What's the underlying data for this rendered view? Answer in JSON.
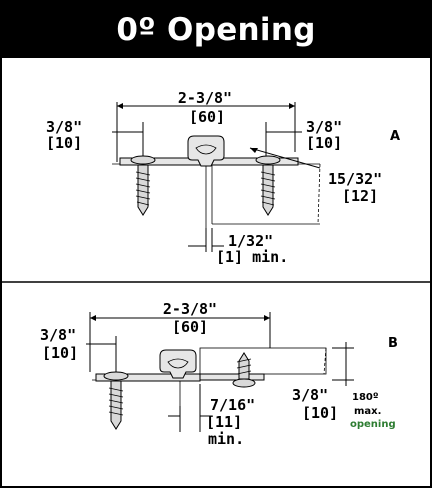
{
  "header": {
    "title": "0º Opening"
  },
  "diagram_a": {
    "tag": "A",
    "width_in": "2-3/8\"",
    "width_mm": "[60]",
    "left_in": "3/8\"",
    "left_mm": "[10]",
    "right_in": "3/8\"",
    "right_mm": "[10]",
    "right_depth_in": "15/32\"",
    "right_depth_mm": "[12]",
    "gap_in": "1/32\"",
    "gap_mm": "[1] min."
  },
  "diagram_b": {
    "tag": "B",
    "width_in": "2-3/8\"",
    "width_mm": "[60]",
    "left_in": "3/8\"",
    "left_mm": "[10]",
    "gap_in": "7/16\"",
    "gap_mm": "[11]",
    "gap_note": "min.",
    "right_in": "3/8\"",
    "right_mm": "[10]",
    "angle": "180º",
    "angle_note1": "max.",
    "angle_note2": "opening"
  }
}
